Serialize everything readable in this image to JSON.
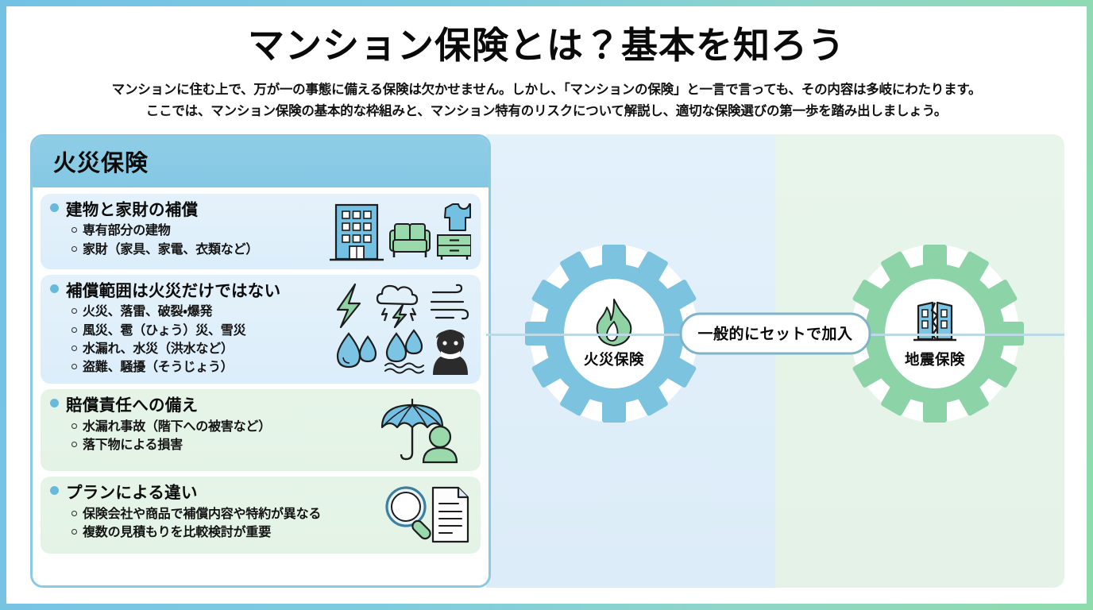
{
  "page": {
    "title": "マンション保険とは？基本を知ろう",
    "lede_line1": "マンションに住む上で、万が一の事態に備える保険は欠かせません。しかし、「マンションの保険」と一言で言っても、その内容は多岐にわたります。",
    "lede_line2": "ここでは、マンション保険の基本的な枠組みと、マンション特有のリスクについて解説し、適切な保険選びの第一歩を踏み出しましょう。"
  },
  "left_card": {
    "header": "火災保険",
    "blocks": [
      {
        "title": "建物と家財の補償",
        "tone": "blue",
        "items": [
          "専有部分の建物",
          "家財（家具、家電、衣類など）"
        ],
        "icons": [
          "building-icon",
          "sofa-icon",
          "tshirt-icon",
          "cabinet-icon"
        ]
      },
      {
        "title": "補償範囲は火災だけではない",
        "tone": "blue",
        "items": [
          "火災、落雷、破裂・爆発",
          "風災、雹（ひょう）災、雪災",
          "水漏れ、水災（洪水など）",
          "盗難、騒擾（そうじょう）"
        ],
        "icons": [
          "lightning-icon",
          "thundercloud-icon",
          "wind-icon",
          "waterdrop-icon",
          "flood-icon",
          "burglar-icon"
        ]
      },
      {
        "title": "賠償責任への備え",
        "tone": "green",
        "items": [
          "水漏れ事故（階下への被害など）",
          "落下物による損害"
        ],
        "icons": [
          "umbrella-person-icon"
        ]
      },
      {
        "title": "プランによる違い",
        "tone": "green",
        "items": [
          "保険会社や商品で補償内容や特約が異なる",
          "複数の見積もりを比較検討が重要"
        ],
        "icons": [
          "magnifier-icon",
          "document-icon"
        ]
      }
    ]
  },
  "right_panel": {
    "left_gear": {
      "label": "火災保険",
      "icon": "flame-icon",
      "color": "#7cc3e0"
    },
    "right_gear": {
      "label": "地震保険",
      "icon": "cracked-building-icon",
      "color": "#8cd3a8"
    },
    "connector_label": "一般的にセットで加入"
  },
  "colors": {
    "frame_start": "#73c2e3",
    "frame_end": "#8ddcab",
    "header_blue": "#84c8e3",
    "bullet_blue": "#69b9dd",
    "block_blue_bg": "#dceefb",
    "block_green_bg": "#e3f3e6",
    "gear_blue": "#7cc3e0",
    "gear_green": "#8cd3a8",
    "icon_blue": "#74c0e3",
    "icon_green": "#92d5a8",
    "outline": "#1d1d1d"
  }
}
